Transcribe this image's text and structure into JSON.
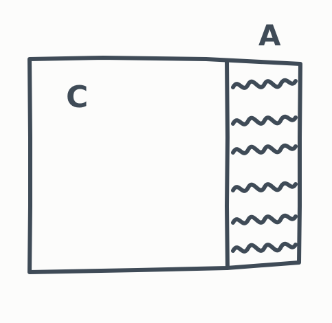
{
  "diagram": {
    "labels": {
      "left_panel": "C",
      "right_panel": "A"
    },
    "ink_color": "#3f4b57",
    "paper_color": "#fcfcfb",
    "right_panel": {
      "content": "handwritten-squiggle-lines",
      "line_count": 6
    }
  }
}
